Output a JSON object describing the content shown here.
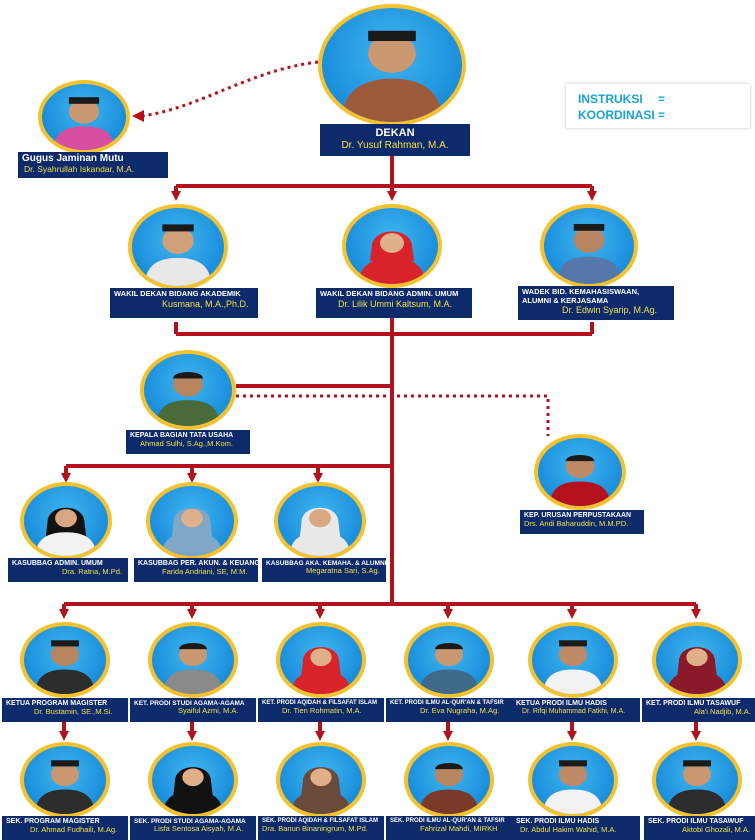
{
  "legend": {
    "instruksi": "INSTRUKSI",
    "koordinasi": "KOORDINASI",
    "eq": "=",
    "line_color": "#b3121c",
    "label_color": "#1aa3d8"
  },
  "colors": {
    "box": "#0d2a6b",
    "title": "#ffffff",
    "name": "#f2e14a",
    "ring": "#f2c230",
    "photo_bg": "#1c8fdc"
  },
  "dekan": {
    "title": "DEKAN",
    "name": "Dr. Yusuf Rahman, M.A."
  },
  "gjm": {
    "title": "Gugus Jaminan Mutu",
    "name": "Dr. Syahrullah Iskandar, M.A."
  },
  "wakil": [
    {
      "title": "WAKIL DEKAN BIDANG AKADEMIK",
      "name": "Kusmana, M.A.,Ph.D."
    },
    {
      "title": "WAKIL DEKAN BIDANG ADMIN. UMUM",
      "name": "Dr. Lilik Ummi Kaltsum, M.A."
    },
    {
      "title": "WADEK BID. KEMAHASISWAAN,",
      "title2": "ALUMNI & KERJASAMA",
      "name": "Dr. Edwin Syarip, M.Ag."
    }
  ],
  "ktu": {
    "title": "KEPALA BAGIAN TATA USAHA",
    "name": "Ahmad Sulhi, S.Ag.,M.Kom."
  },
  "perpus": {
    "title": "KEP. URUSAN PERPUSTAKAAN",
    "name": "Drs. Andi Baharuddin, M.M.PD."
  },
  "kasubbag": [
    {
      "title": "KASUBBAG ADMIN. UMUM",
      "name": "Dra. Ratna, M.Pd."
    },
    {
      "title": "KASUBBAG PER. AKUN. & KEUANG",
      "name": "Farida Andriani, SE, M.M."
    },
    {
      "title": "KASUBBAG AKA. KEMAHA. & ALUMNI",
      "name": "Megaratna Sari, S.Ag."
    }
  ],
  "ketua": [
    {
      "title": "KETUA PROGRAM MAGISTER",
      "name": "Dr. Bustamin, SE.,M.Si."
    },
    {
      "title": "KET. PRODI STUDI AGAMA-AGAMA",
      "name": "Syaiful Azmi, M.A."
    },
    {
      "title": "KET. PRODI AQIDAH & FILSAFAT ISLAM",
      "name": "Dr. Tien Rohmatin, M.A."
    },
    {
      "title": "KET. PRODI ILMU AL-QUR'AN & TAFSIR",
      "name": "Dr. Eva Nugraha, M.Ag."
    },
    {
      "title": "KETUA PRODI ILMU HADIS",
      "name": "Dr. Rifqi Muhammad Fatkhi, M.A."
    },
    {
      "title": "KET. PRODI ILMU TASAWUF",
      "name": "Ala'i Nadjib, M.A."
    }
  ],
  "sekretaris": [
    {
      "title": "SEK. PROGRAM MAGISTER",
      "name": "Dr. Ahmad Fudhaili, M.Ag."
    },
    {
      "title": "SEK. PRODI STUDI AGAMA-AGAMA",
      "name": "Lisfa Sentosa Aisyah, M.A."
    },
    {
      "title": "SEK. PRODI AQIDAH & FILSAFAT ISLAM",
      "name": "Dra. Banun Binaningrum, M.Pd."
    },
    {
      "title": "SEK. PRODI ILMU AL-QUR'AN & TAFSIR",
      "name": "Fahrizal Mahdi, MIRKH"
    },
    {
      "title": "SEK. PRODI ILMU HADIS",
      "name": "Dr. Abdul Hakim Wahid, M.A."
    },
    {
      "title": "SEK. PRODI ILMU TASAWUF",
      "name": "Aktobi Ghozali, M.A."
    }
  ]
}
